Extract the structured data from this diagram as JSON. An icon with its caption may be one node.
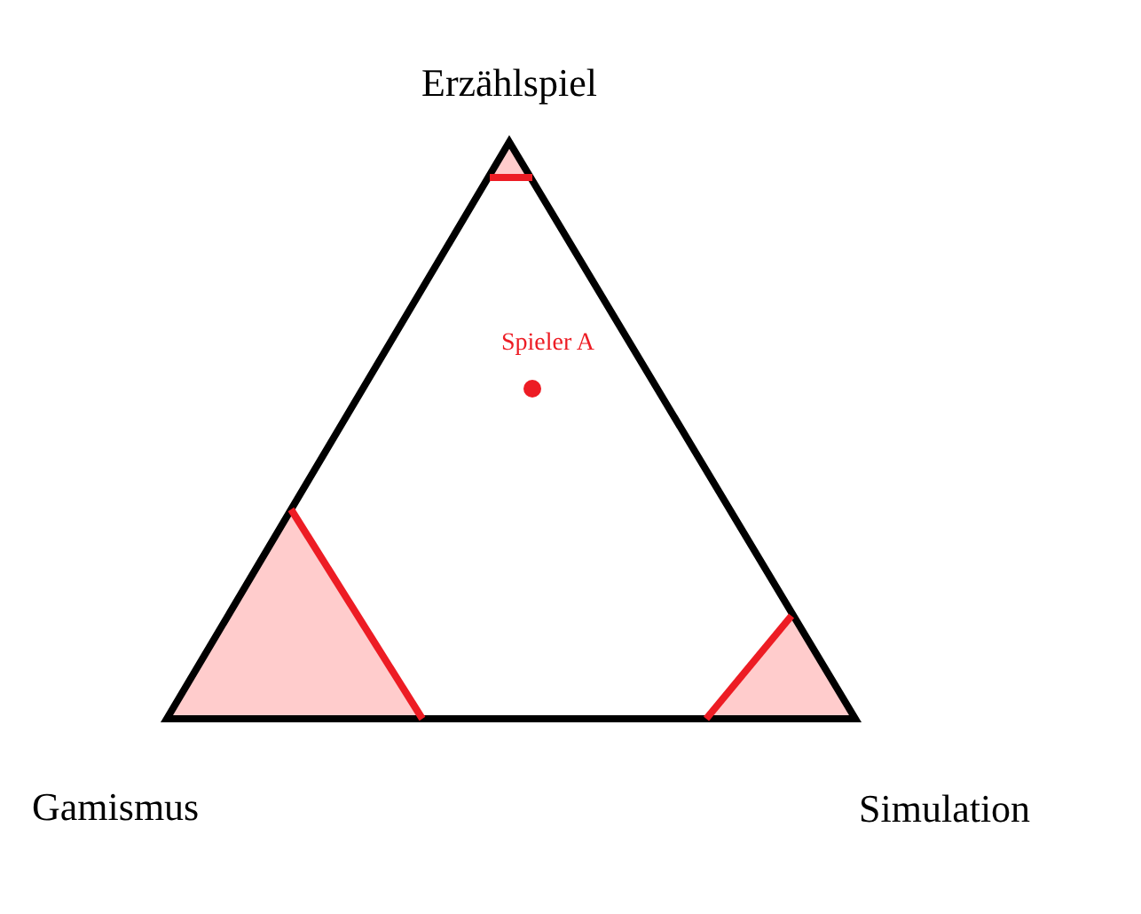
{
  "diagram": {
    "labels": [
      "Erzählspiel",
      "Spieler A",
      "Gamismus",
      "Simulation"
    ]
  }
}
